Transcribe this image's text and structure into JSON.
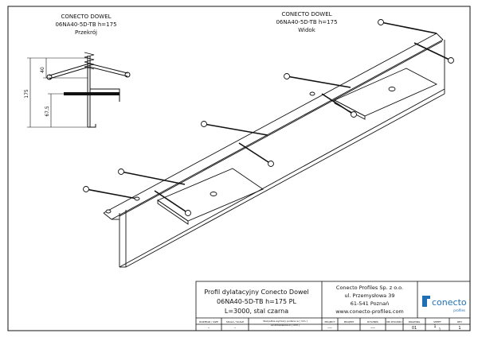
{
  "section_view": {
    "title_line1": "CONECTO DOWEL",
    "title_line2": "06NA40-5D-TB h=175",
    "title_line3": "Przekrój",
    "dims": [
      "40",
      "175",
      "67,5"
    ]
  },
  "iso_view": {
    "title_line1": "CONECTO DOWEL",
    "title_line2": "06NA40-5D-TB h=175",
    "title_line3": "Widok"
  },
  "title_block": {
    "description_line1": "Profil dylatacyjny Conecto Dowel",
    "description_line2": "06NA40-5D-TB h=175 PL",
    "description_line3": "L=3000, stal czarna",
    "company_line1": "Conecto Profiles Sp. z o.o.",
    "company_line2": "ul. Przemysłowa 39",
    "company_line3": "61-541 Poznań",
    "company_line4": "www.conecto-profiles.com",
    "logo_text": "conecto",
    "logo_sub": "profiles",
    "hdr_rozmiar": "ROZMIAR / SIZE",
    "hdr_skala": "SKALA / SCALE",
    "hdr_note1": "Wszystkie wymiary podane w [ mm ]",
    "hdr_note2": "All dimensions in [ mm ]",
    "val_rozmiar": "-",
    "val_skala": "-",
    "hdr_project": "PROJECT",
    "hdr_projekt": "PROJEKT",
    "hdr_rysunek": "RYSUNEK",
    "hdr_nr": "NR RYSUNKU",
    "hdr_drawing": "DRAWING",
    "hdr_sheet": "SHEET",
    "hdr_rev": "REV",
    "val_a": "---",
    "val_b": "---",
    "val_c": "01",
    "val_sheet_num": "1",
    "val_sheet_den": "1",
    "val_rev": "1"
  },
  "colors": {
    "line": "#111111",
    "logo": "#1f6fb4"
  }
}
